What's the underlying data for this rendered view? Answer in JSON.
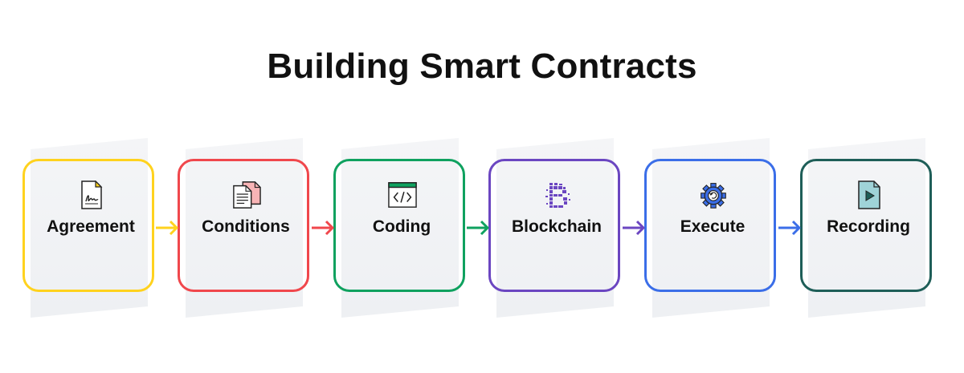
{
  "title": "Building Smart Contracts",
  "steps": [
    {
      "label": "Agreement",
      "color": "#FFD21E",
      "icon": "signed-document-icon"
    },
    {
      "label": "Conditions",
      "color": "#F0474C",
      "icon": "documents-icon"
    },
    {
      "label": "Coding",
      "color": "#0FA15F",
      "icon": "code-window-icon"
    },
    {
      "label": "Blockchain",
      "color": "#6B46C1",
      "icon": "bitcoin-icon"
    },
    {
      "label": "Execute",
      "color": "#3B6EE8",
      "icon": "gear-refresh-icon"
    },
    {
      "label": "Recording",
      "color": "#1E5E58",
      "icon": "video-file-icon"
    }
  ]
}
